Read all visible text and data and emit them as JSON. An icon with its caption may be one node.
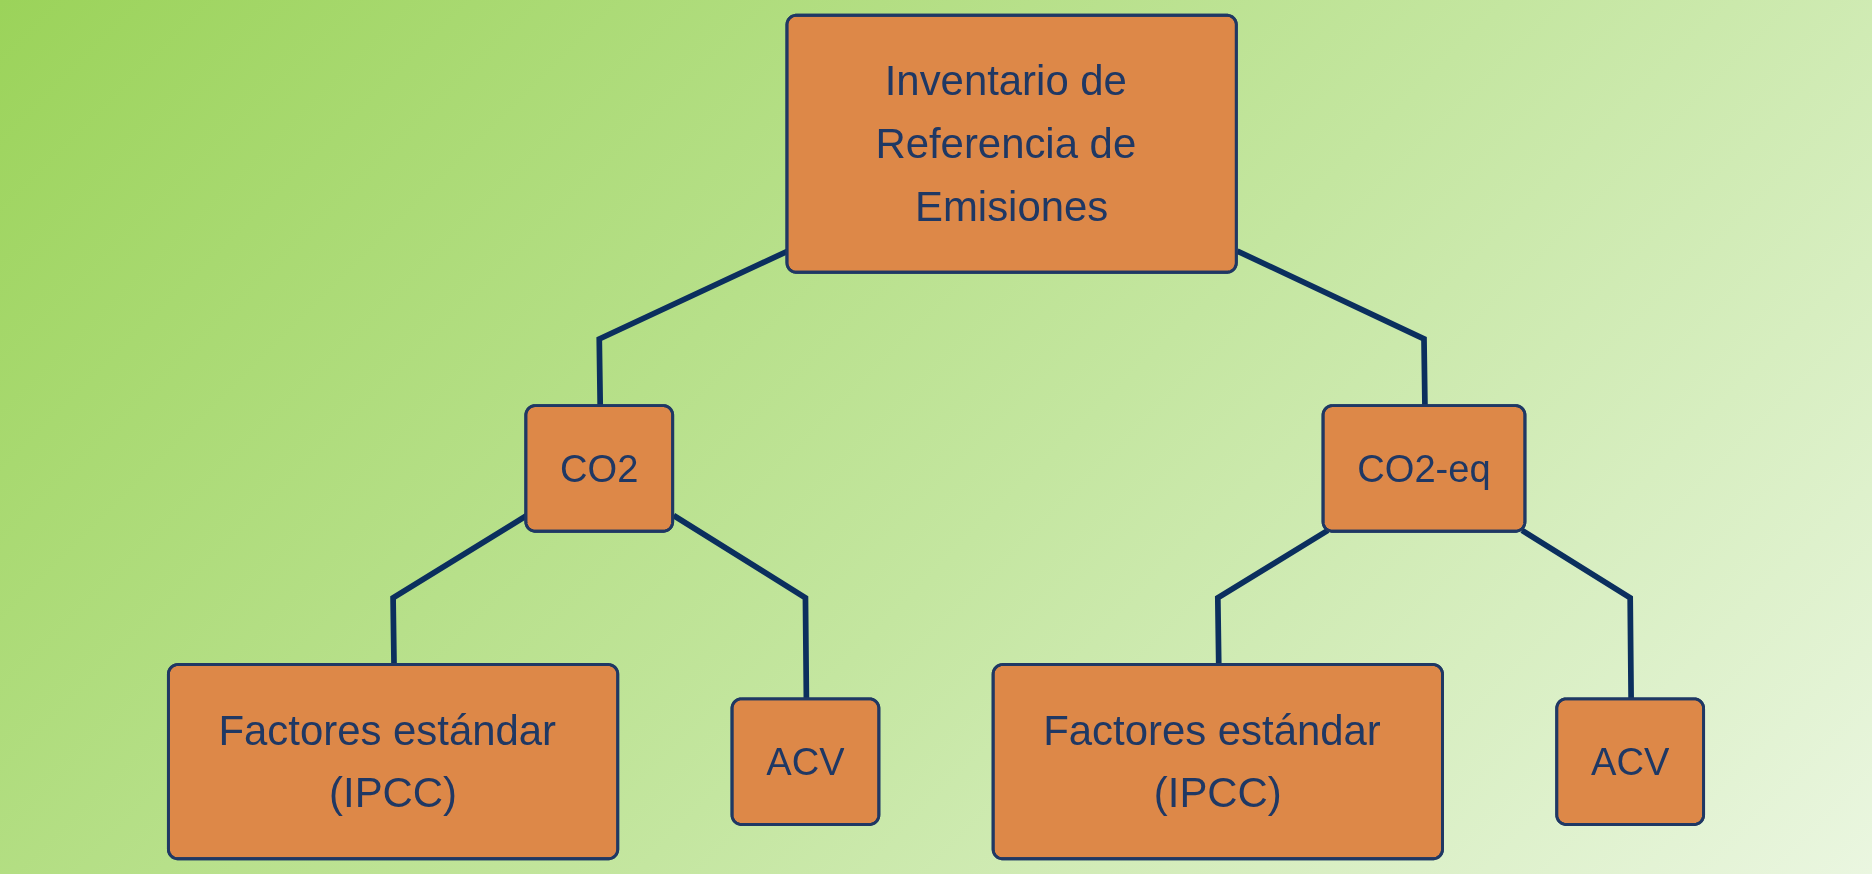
{
  "diagram": {
    "nodes": [
      {
        "text": [
          "Inventario de Referencia de Emisiones"
        ]
      },
      {
        "text": [
          "CO2"
        ]
      },
      {
        "text": [
          "CO2-eq"
        ]
      },
      {
        "text": [
          "Factores estándar (IPCC)"
        ]
      },
      {
        "text": [
          "ACV"
        ]
      },
      {
        "text": [
          "Factores estándar (IPCC)"
        ]
      },
      {
        "text": [
          "ACV"
        ]
      }
    ],
    "edges": [
      {
        "from": 0,
        "to": 1,
        "arrow": "none"
      },
      {
        "from": 0,
        "to": 2,
        "arrow": "none"
      },
      {
        "from": 1,
        "to": 3,
        "arrow": "none"
      },
      {
        "from": 1,
        "to": 4,
        "arrow": "none"
      },
      {
        "from": 2,
        "to": 5,
        "arrow": "none"
      },
      {
        "from": 2,
        "to": 6,
        "arrow": "none"
      }
    ]
  }
}
